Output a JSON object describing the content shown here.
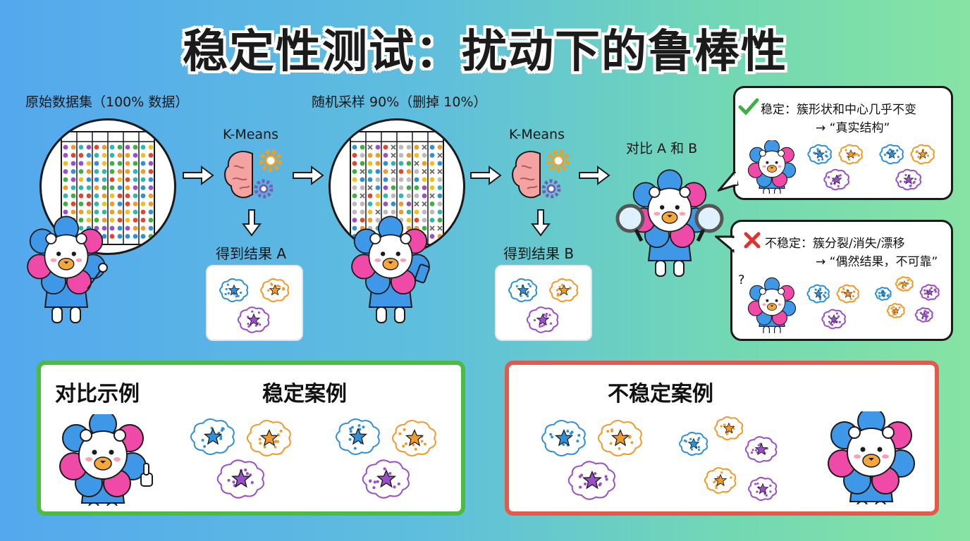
{
  "title": "稳定性测试：扰动下的鲁棒性",
  "steps": {
    "original_label": "原始数据集（100% 数据）",
    "kmeans_a_label": "K-Means",
    "result_a_label": "得到结果 A",
    "sample_label": "随机采样 90%（删掉 10%）",
    "kmeans_b_label": "K-Means",
    "result_b_label": "得到结果 B",
    "compare_label": "对比 A 和 B"
  },
  "bubbles": {
    "stable_line1": "稳定：簇形状和中心几乎不变",
    "stable_line2": "→ “真实结构”",
    "unstable_line1": "不稳定：簇分裂/消失/漂移",
    "unstable_line2": "→ “偶然结果，不可靠”",
    "question_mark": "?"
  },
  "panels": {
    "compare_heading": "对比示例",
    "stable_heading": "稳定案例",
    "unstable_heading": "不稳定案例"
  },
  "colors": {
    "cluster_blue": "#2f8fd8",
    "cluster_orange": "#f09a2a",
    "cluster_purple": "#9a4fc8",
    "stable_green": "#4cbb3f",
    "unstable_red": "#e25a4e",
    "mascot_pink": "#f04aa8",
    "mascot_blue": "#3f97e8"
  },
  "icons": [
    "arrow-right-icon",
    "arrow-down-icon",
    "brain-icon",
    "gear-icon",
    "magnifier-icon",
    "check-icon",
    "cross-icon",
    "star-icon",
    "thumbs-up-icon",
    "phone-icon"
  ]
}
